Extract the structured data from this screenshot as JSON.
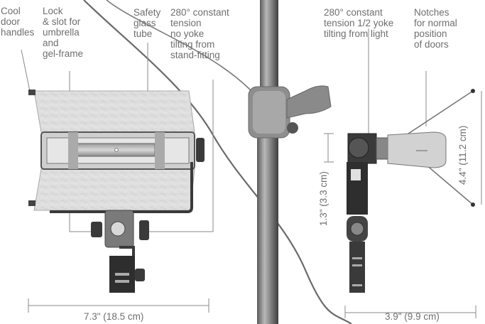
{
  "labels": {
    "cool_door_handles": "Cool\ndoor\nhandles",
    "lock_slot": "Lock\n& slot for\numbrella\nand\ngel-frame",
    "safety_glass": "Safety\nglass\ntube",
    "tension_no_yoke": "280° constant\ntension\nno yoke\ntilting from\nstand-fitting",
    "tension_half_yoke": "280° constant\ntension 1/2 yoke\ntilting from light",
    "notches": "Notches\nfor normal\nposition\nof doors"
  },
  "dimensions": {
    "width_left": "7.3\" (18.5 cm)",
    "width_right": "3.9\" (9.9 cm)",
    "height_yoke": "1.3\" (3.3 cm)",
    "height_door": "4.4\" (11.2 cm)"
  },
  "colors": {
    "line": "#8a8a8a",
    "metal_dark": "#3a3a3a",
    "metal_mid": "#8e8e8e",
    "metal_light": "#c8c8c8",
    "door": "#dcdcdc",
    "stand": "#9a9a9a"
  }
}
